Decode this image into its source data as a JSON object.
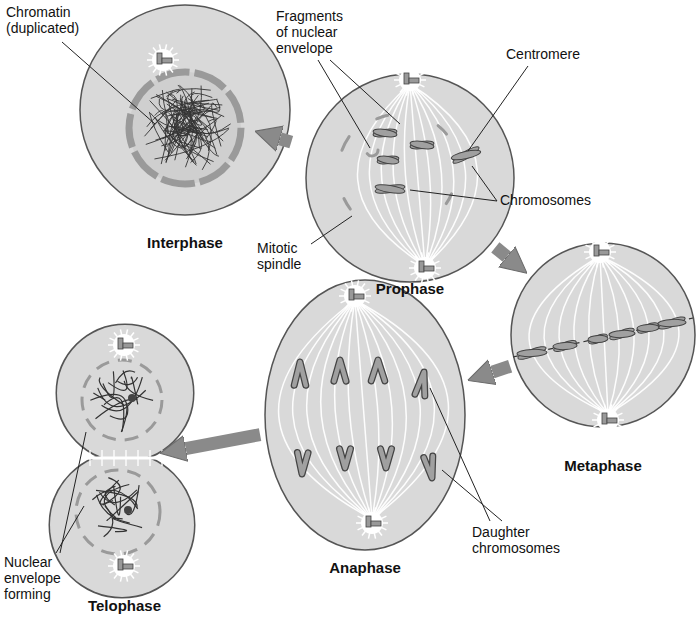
{
  "diagram": {
    "nodes": [
      {
        "text": [
          "Interphase"
        ]
      },
      {
        "text": [
          "Prophase"
        ]
      },
      {
        "text": [
          "Metaphase"
        ]
      },
      {
        "text": [
          "Anaphase"
        ]
      },
      {
        "text": [
          "Telophase"
        ]
      }
    ],
    "edges": [
      {
        "from": 0,
        "to": 1,
        "arrow": "to"
      },
      {
        "from": 1,
        "to": 2,
        "arrow": "to"
      },
      {
        "from": 2,
        "to": 3,
        "arrow": "to"
      },
      {
        "from": 3,
        "to": 4,
        "arrow": "to"
      }
    ],
    "labels": [
      "Chromatin (duplicated)",
      "Fragments of nuclear envelope",
      "Centromere",
      "Chromosomes",
      "Mitotic spindle",
      "Daughter chromosomes",
      "Nuclear envelope forming"
    ]
  }
}
